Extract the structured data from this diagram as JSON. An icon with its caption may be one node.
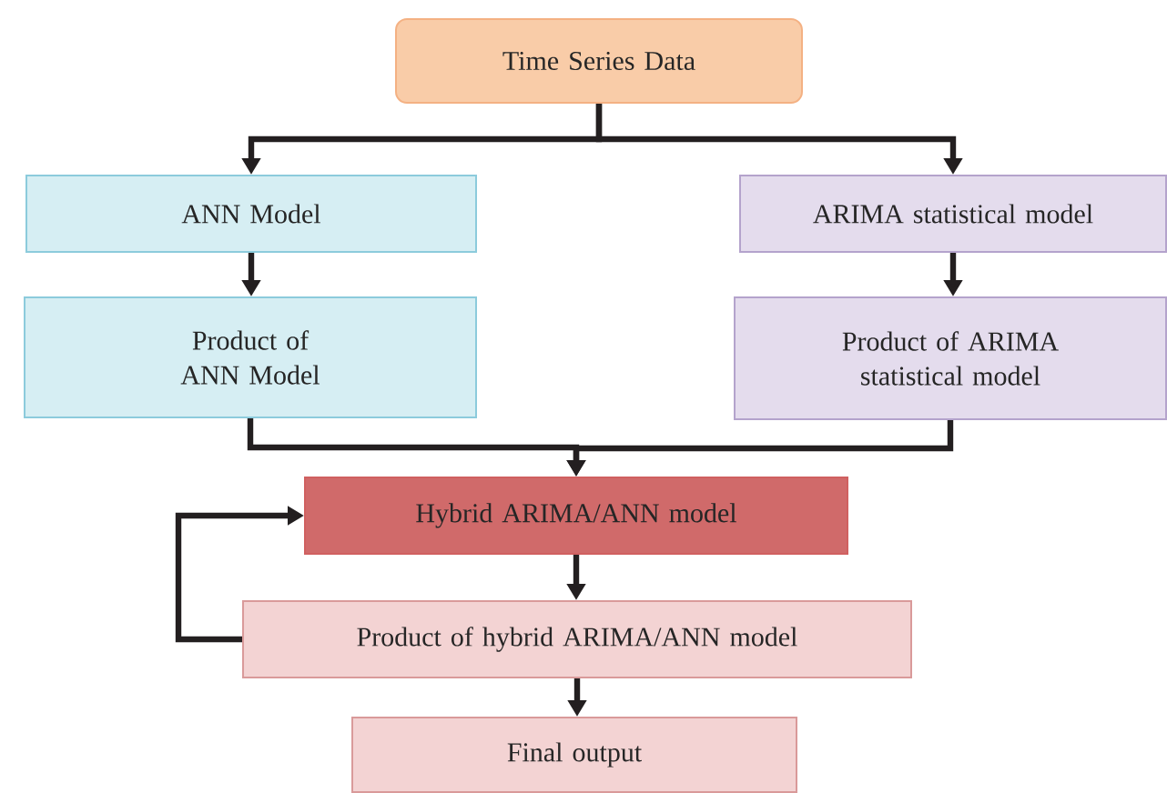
{
  "diagram": {
    "nodes": [
      {
        "text": [
          "Time Series Data"
        ]
      },
      {
        "text": [
          "ANN Model"
        ]
      },
      {
        "text": [
          "ARIMA statistical model"
        ]
      },
      {
        "text": [
          "Product of ANN Model"
        ]
      },
      {
        "text": [
          "Product of ARIMA statistical model"
        ]
      },
      {
        "text": [
          "Hybrid ARIMA/ANN model"
        ]
      },
      {
        "text": [
          "Product of hybrid ARIMA/ANN model"
        ]
      },
      {
        "text": [
          "Final output"
        ]
      }
    ],
    "edges": [
      {
        "from": 0,
        "to": 1,
        "arrow": "to"
      },
      {
        "from": 0,
        "to": 2,
        "arrow": "to"
      },
      {
        "from": 1,
        "to": 3,
        "arrow": "to"
      },
      {
        "from": 2,
        "to": 4,
        "arrow": "to"
      },
      {
        "from": 3,
        "to": 5,
        "arrow": "to"
      },
      {
        "from": 4,
        "to": 5,
        "arrow": "to"
      },
      {
        "from": 5,
        "to": 6,
        "arrow": "to"
      },
      {
        "from": 6,
        "to": 5,
        "arrow": "to"
      },
      {
        "from": 6,
        "to": 7,
        "arrow": "to"
      }
    ]
  }
}
